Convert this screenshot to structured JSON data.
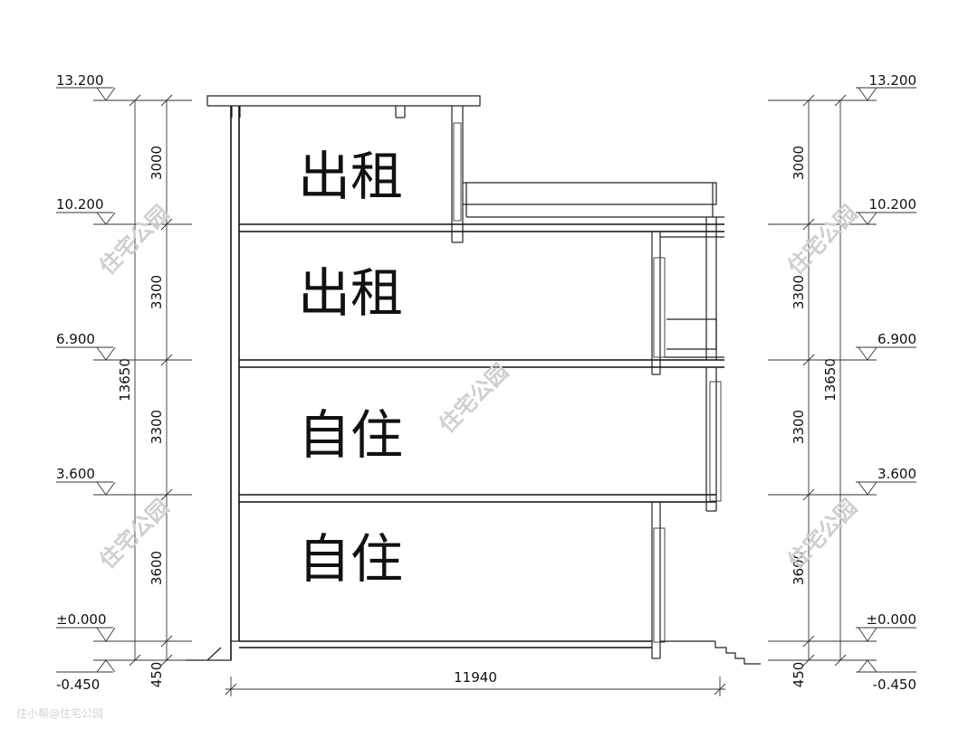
{
  "levels": [
    "13.200",
    "10.200",
    "6.900",
    "3.600",
    "±0.000",
    "-0.450"
  ],
  "floor_heights": [
    "3000",
    "3300",
    "3300",
    "3600"
  ],
  "plinth": "450",
  "total_height": "13650",
  "total_width": "11940",
  "rooms": [
    "出租",
    "出租",
    "自住",
    "自住"
  ],
  "watermarks": [
    "住宅公园",
    "住宅公园",
    "住宅公园",
    "住宅公园",
    "住宅公园"
  ],
  "credit": "住小帮@住宅公园"
}
